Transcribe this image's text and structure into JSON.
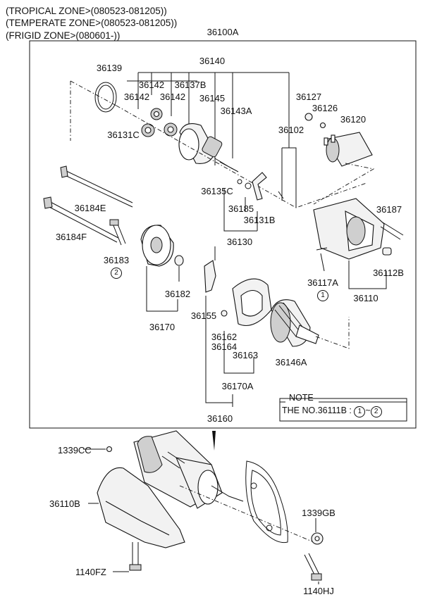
{
  "zones": [
    "(TROPICAL ZONE>(080523-081205))",
    "(TEMPERATE ZONE>(080523-081205))",
    "(FRIGID ZONE>(080601-))"
  ],
  "assembly_label": "36100A",
  "parts": {
    "p36140": "36140",
    "p36139": "36139",
    "p36142a": "36142",
    "p36137b": "36137B",
    "p36142b": "36142",
    "p36142c": "36142",
    "p36145": "36145",
    "p36131c": "36131C",
    "p36143a": "36143A",
    "p36127": "36127",
    "p36126": "36126",
    "p36120": "36120",
    "p36102": "36102",
    "p36135c": "36135C",
    "p36184e": "36184E",
    "p36185": "36185",
    "p36131b": "36131B",
    "p36187": "36187",
    "p36184f": "36184F",
    "p36183": "36183",
    "p36130": "36130",
    "p36117a": "36117A",
    "p36112b": "36112B",
    "p36182": "36182",
    "p36110": "36110",
    "p36155": "36155",
    "p36170": "36170",
    "p36162": "36162",
    "p36164": "36164",
    "p36163": "36163",
    "p36146a": "36146A",
    "p36170a": "36170A",
    "p36160": "36160",
    "p1339cc": "1339CC",
    "p36110b": "36110B",
    "p1339gb": "1339GB",
    "p1140fz": "1140FZ",
    "p1140hj": "1140HJ"
  },
  "circled": {
    "c2": "2",
    "c1": "1"
  },
  "note": {
    "title": "NOTE",
    "text_prefix": "THE NO.36111B :",
    "range_start": "1",
    "range_sep": "~",
    "range_end": "2"
  }
}
